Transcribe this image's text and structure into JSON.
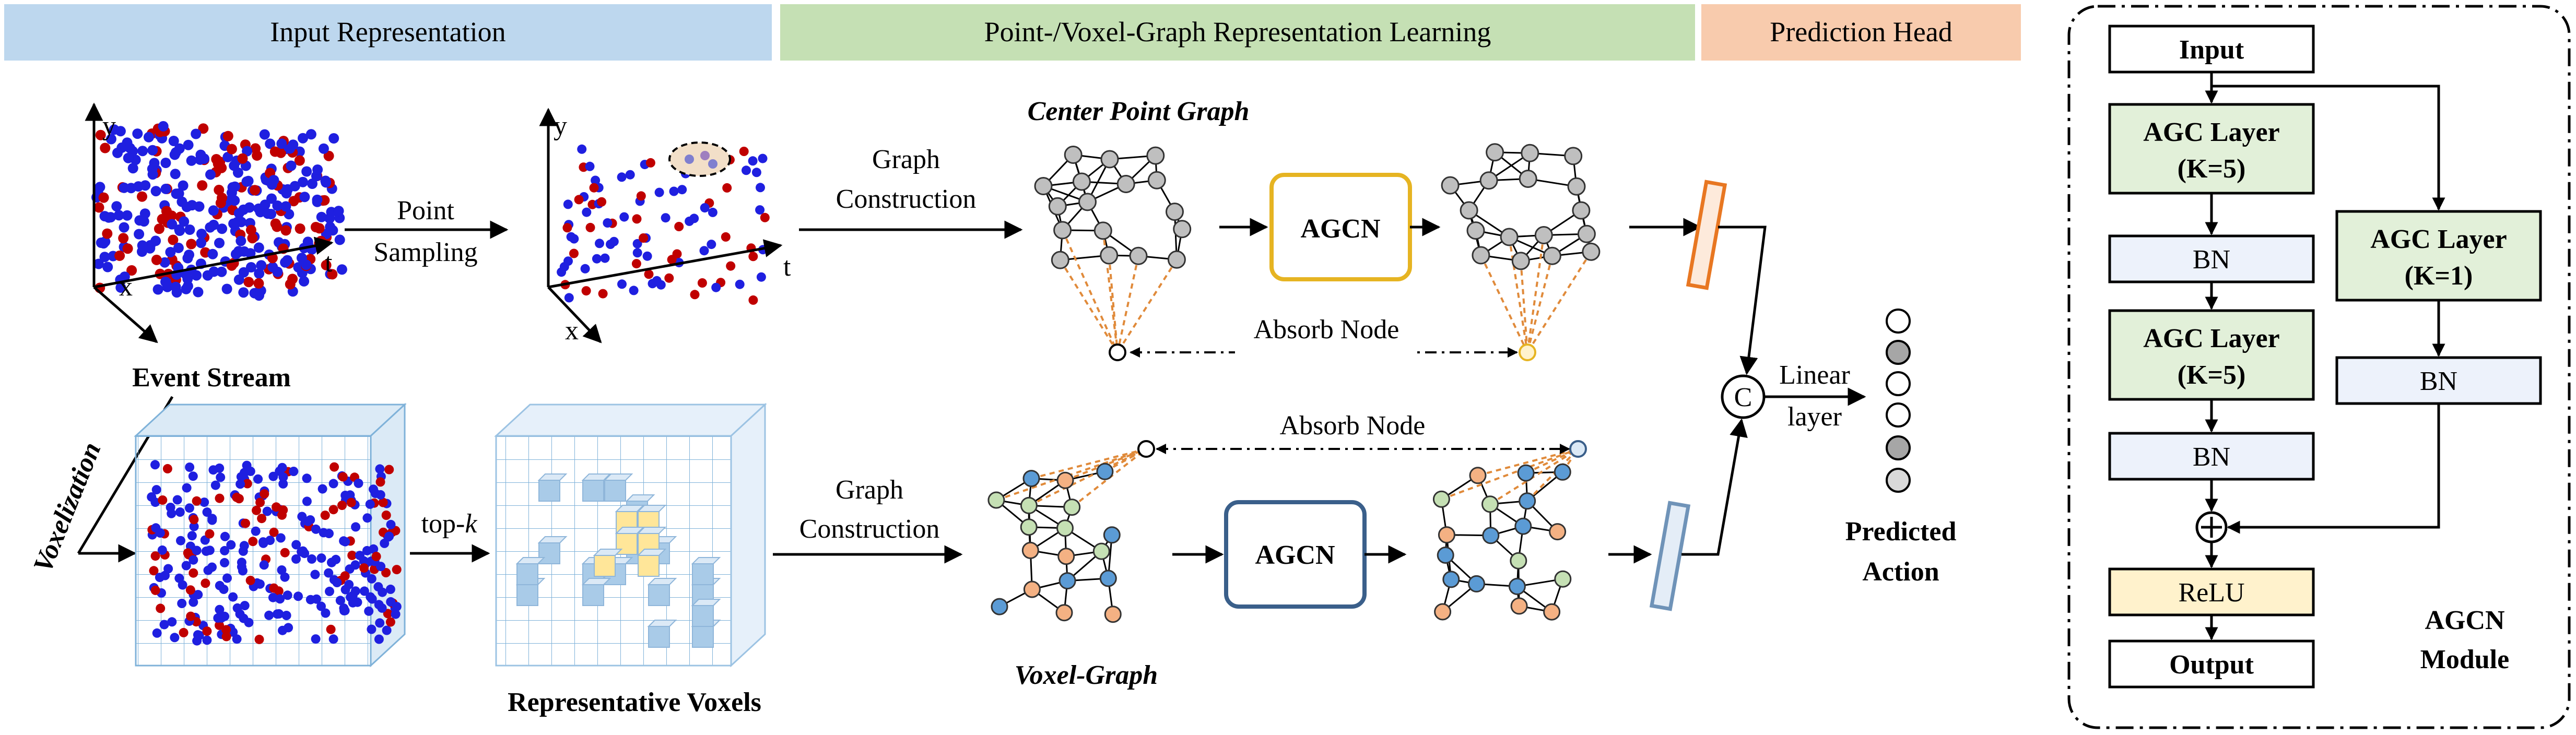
{
  "headers": {
    "input": "Input Representation",
    "learning": "Point-/Voxel-Graph Representation Learning",
    "prediction": "Prediction Head"
  },
  "colors": {
    "header_blue": "#bdd7ee",
    "header_green": "#c5e0b4",
    "header_orange": "#f8cbad",
    "event_blue": "#1f1fe0",
    "event_red": "#c00000",
    "node_gray": "#bfbfbf",
    "node_green": "#c5e0b4",
    "node_peach": "#f4b183",
    "node_blue": "#5b9bd5",
    "agcn_yellow": "#e6b422",
    "agcn_blue": "#3a5f8a",
    "feature_orange": "#e87722",
    "feature_blue": "#6f93b8",
    "agc_green": "#e2f0d9",
    "bn_blue": "#edf2fb",
    "relu_yellow": "#fff2cc"
  },
  "input_section": {
    "event_stream": "Event Stream",
    "axis_x": "x",
    "axis_y": "y",
    "axis_t": "t",
    "point_sampling": [
      "Point",
      "Sampling"
    ],
    "voxelization": "Voxelization",
    "topk_prefix": "top-",
    "topk_k": "k",
    "representative_voxels": "Representative Voxels"
  },
  "learning_section": {
    "center_point_graph": "Center Point Graph",
    "graph_construction": [
      "Graph",
      "Construction"
    ],
    "agcn": "AGCN",
    "absorb_node": "Absorb Node",
    "voxel_graph": "Voxel-Graph"
  },
  "prediction_section": {
    "concat": "C",
    "linear_layer": [
      "Linear",
      "layer"
    ],
    "predicted_action": [
      "Predicted",
      "Action"
    ]
  },
  "module": {
    "input": "Input",
    "agc_k5_a": [
      "AGC Layer",
      "(K=5)"
    ],
    "bn_1": "BN",
    "agc_k5_b": [
      "AGC Layer",
      "(K=5)"
    ],
    "bn_2": "BN",
    "agc_k1": [
      "AGC Layer",
      "(K=1)"
    ],
    "bn_3": "BN",
    "relu": "ReLU",
    "output": "Output",
    "name": [
      "AGCN",
      "Module"
    ]
  }
}
